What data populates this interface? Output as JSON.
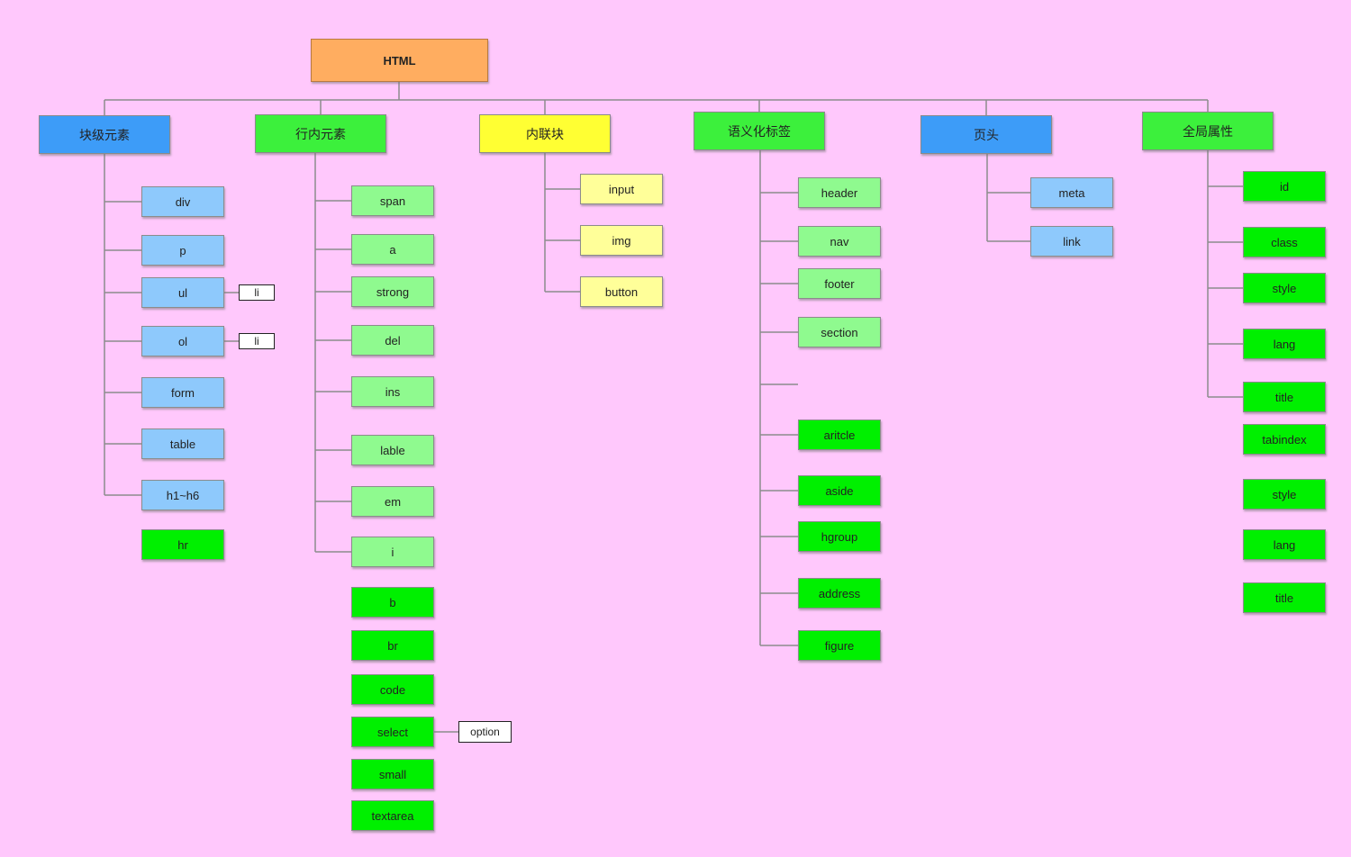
{
  "colors": {
    "background": "#ffc8fc",
    "root": "#ffad60",
    "blue_category": "#3d9cf8",
    "green_category": "#3cf03c",
    "yellow_category": "#ffff33",
    "light_blue_leaf": "#8ec9fc",
    "light_green_leaf": "#8ffa8f",
    "bright_green_leaf": "#00f000",
    "light_yellow_leaf": "#ffff99",
    "connector": "#8c8c8c"
  },
  "root": {
    "label": "HTML"
  },
  "categories": [
    {
      "key": "block",
      "label": "块级元素",
      "children": [
        {
          "label": "div"
        },
        {
          "label": "p"
        },
        {
          "label": "ul",
          "sub": "li"
        },
        {
          "label": "ol",
          "sub": "li"
        },
        {
          "label": "form"
        },
        {
          "label": "table"
        },
        {
          "label": "h1~h6"
        },
        {
          "label": "hr"
        }
      ]
    },
    {
      "key": "inline",
      "label": "行内元素",
      "children": [
        {
          "label": "span"
        },
        {
          "label": "a"
        },
        {
          "label": "strong"
        },
        {
          "label": "del"
        },
        {
          "label": "ins"
        },
        {
          "label": "lable"
        },
        {
          "label": "em"
        },
        {
          "label": "i"
        },
        {
          "label": "b"
        },
        {
          "label": "br"
        },
        {
          "label": "code"
        },
        {
          "label": "select",
          "sub": "option"
        },
        {
          "label": "small"
        },
        {
          "label": "textarea"
        }
      ]
    },
    {
      "key": "inline_block",
      "label": "内联块",
      "children": [
        {
          "label": "input"
        },
        {
          "label": "img"
        },
        {
          "label": "button"
        }
      ]
    },
    {
      "key": "semantic",
      "label": "语义化标签",
      "children": [
        {
          "label": "header"
        },
        {
          "label": "nav"
        },
        {
          "label": "footer"
        },
        {
          "label": "section"
        },
        {
          "label": "aritcle"
        },
        {
          "label": "aside"
        },
        {
          "label": "hgroup"
        },
        {
          "label": "address"
        },
        {
          "label": "figure"
        }
      ]
    },
    {
      "key": "head",
      "label": "页头",
      "children": [
        {
          "label": "meta"
        },
        {
          "label": "link"
        }
      ]
    },
    {
      "key": "global_attrs",
      "label": "全局属性",
      "children": [
        {
          "label": "id"
        },
        {
          "label": "class"
        },
        {
          "label": "style"
        },
        {
          "label": "lang"
        },
        {
          "label": "title"
        },
        {
          "label": "tabindex"
        },
        {
          "label": "style"
        },
        {
          "label": "lang"
        },
        {
          "label": "title"
        }
      ]
    }
  ]
}
